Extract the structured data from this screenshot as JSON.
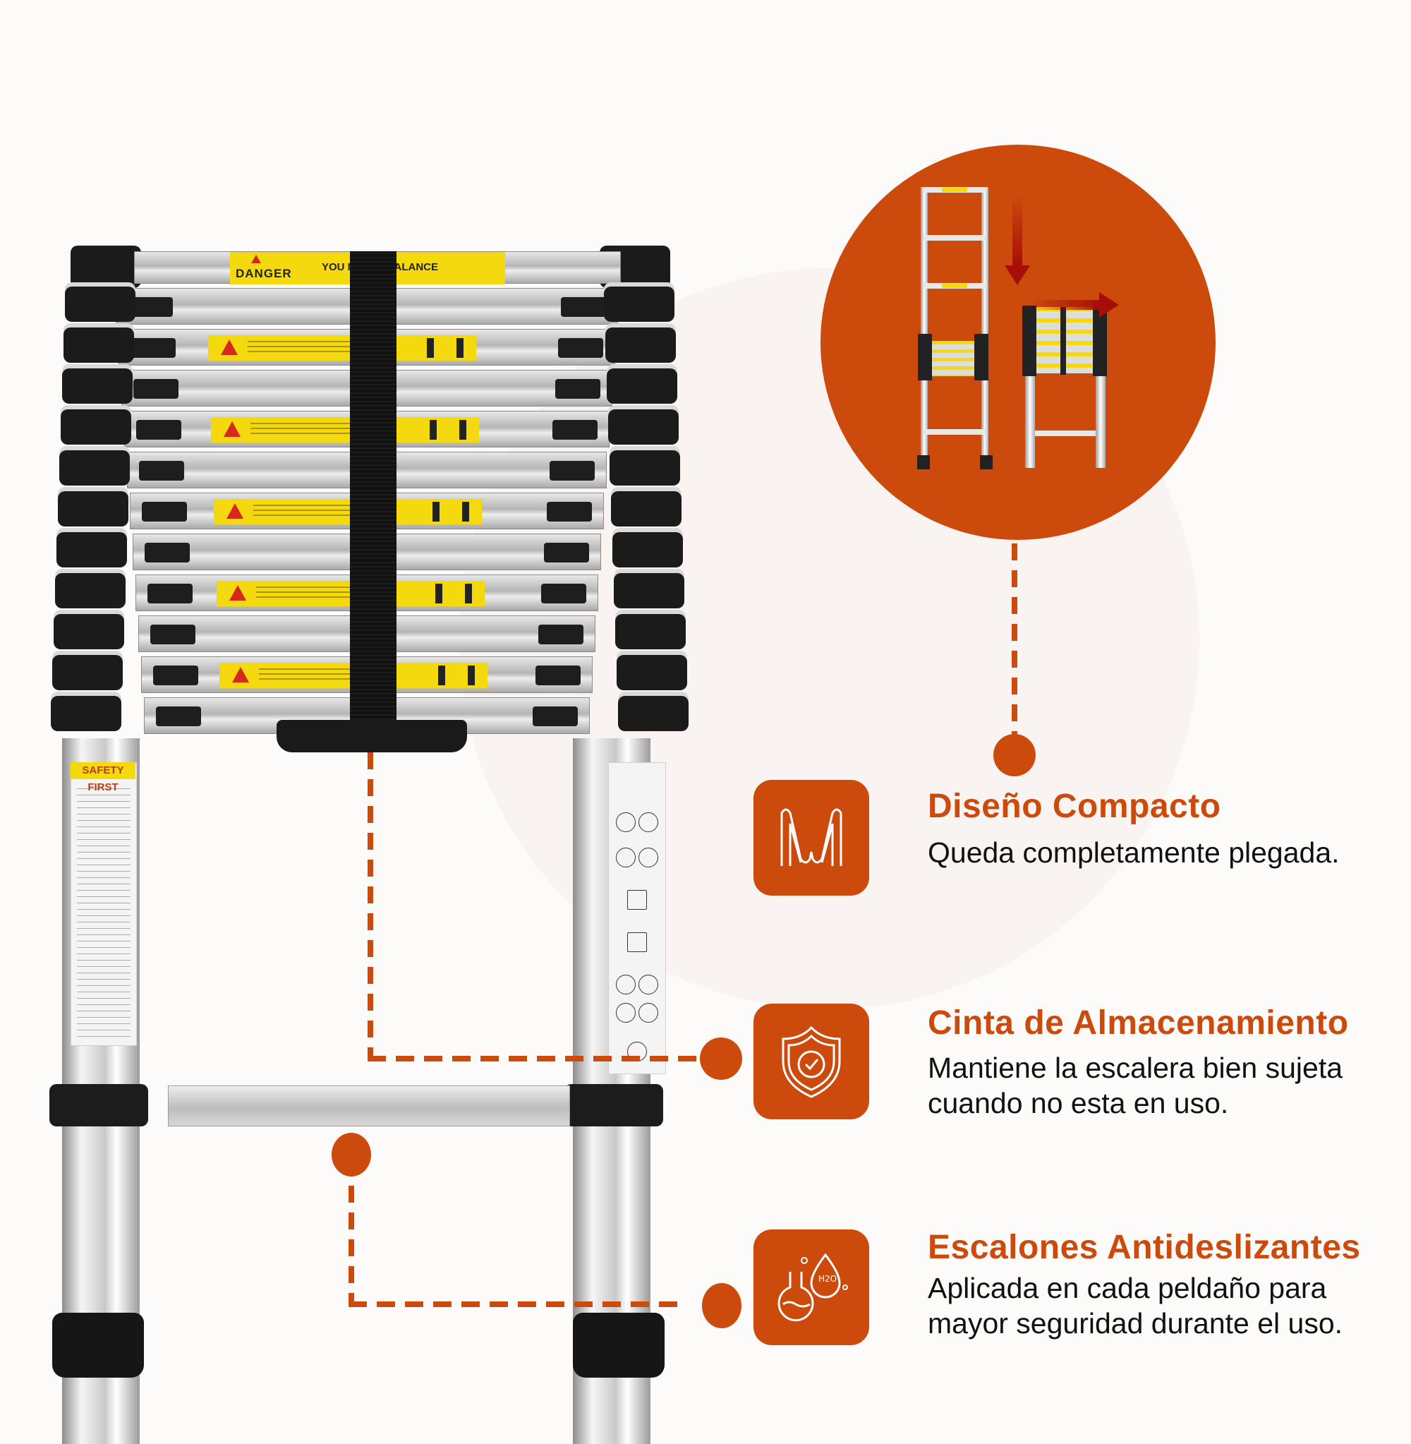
{
  "theme": {
    "accent": "#cc4a0b",
    "arrow": "#a70e08",
    "background": "#fcfbfa"
  },
  "ladder": {
    "danger_label": {
      "word": "DANGER",
      "headline": "YOU M... UR BALANCE"
    },
    "safety_label": "SAFETY FIRST"
  },
  "illustration": {
    "description": "extended-to-folded telescopic ladder",
    "icons": [
      "arrow-down-icon",
      "arrow-right-icon"
    ]
  },
  "features": [
    {
      "icon": "zigzag-compact-icon",
      "title": "Diseño Compacto",
      "description": "Queda completamente plegada."
    },
    {
      "icon": "shield-check-icon",
      "title": "Cinta de Almacenamiento",
      "description": "Mantiene la escalera bien sujeta cuando no esta en uso."
    },
    {
      "icon": "flask-water-drop-icon",
      "title": "Escalones Antideslizantes",
      "description": "Aplicada en cada peldaño para mayor seguridad durante el uso."
    }
  ],
  "icon_text": {
    "h2o": "H2O"
  }
}
